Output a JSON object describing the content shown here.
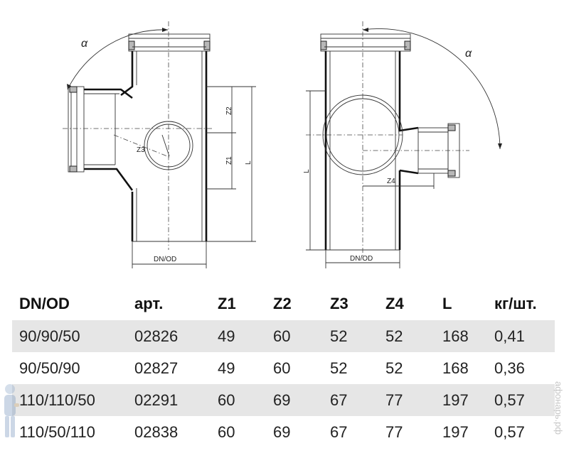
{
  "drawing": {
    "left_view": {
      "angle_label": "α",
      "dim_z1": "Z1",
      "dim_z2": "Z2",
      "dim_z3": "Z3",
      "dim_l": "L",
      "dim_dn": "DN/OD"
    },
    "right_view": {
      "angle_label": "α",
      "dim_z4": "Z4",
      "dim_l": "L",
      "dim_dn": "DN/OD"
    }
  },
  "table": {
    "headers": [
      "DN/OD",
      "арт.",
      "Z1",
      "Z2",
      "Z3",
      "Z4",
      "L",
      "кг/шт."
    ],
    "rows": [
      [
        "90/90/50",
        "02826",
        "49",
        "60",
        "52",
        "52",
        "168",
        "0,41"
      ],
      [
        "90/50/90",
        "02827",
        "49",
        "60",
        "52",
        "52",
        "168",
        "0,36"
      ],
      [
        "110/110/50",
        "02291",
        "60",
        "69",
        "67",
        "77",
        "197",
        "0,57"
      ],
      [
        "110/50/110",
        "02838",
        "60",
        "69",
        "67",
        "77",
        "197",
        "0,57"
      ]
    ],
    "shaded_rows": [
      0,
      2
    ]
  },
  "watermark": "афонарь.рф",
  "colors": {
    "row_shade": "#e6e6e6",
    "line": "#111111"
  }
}
